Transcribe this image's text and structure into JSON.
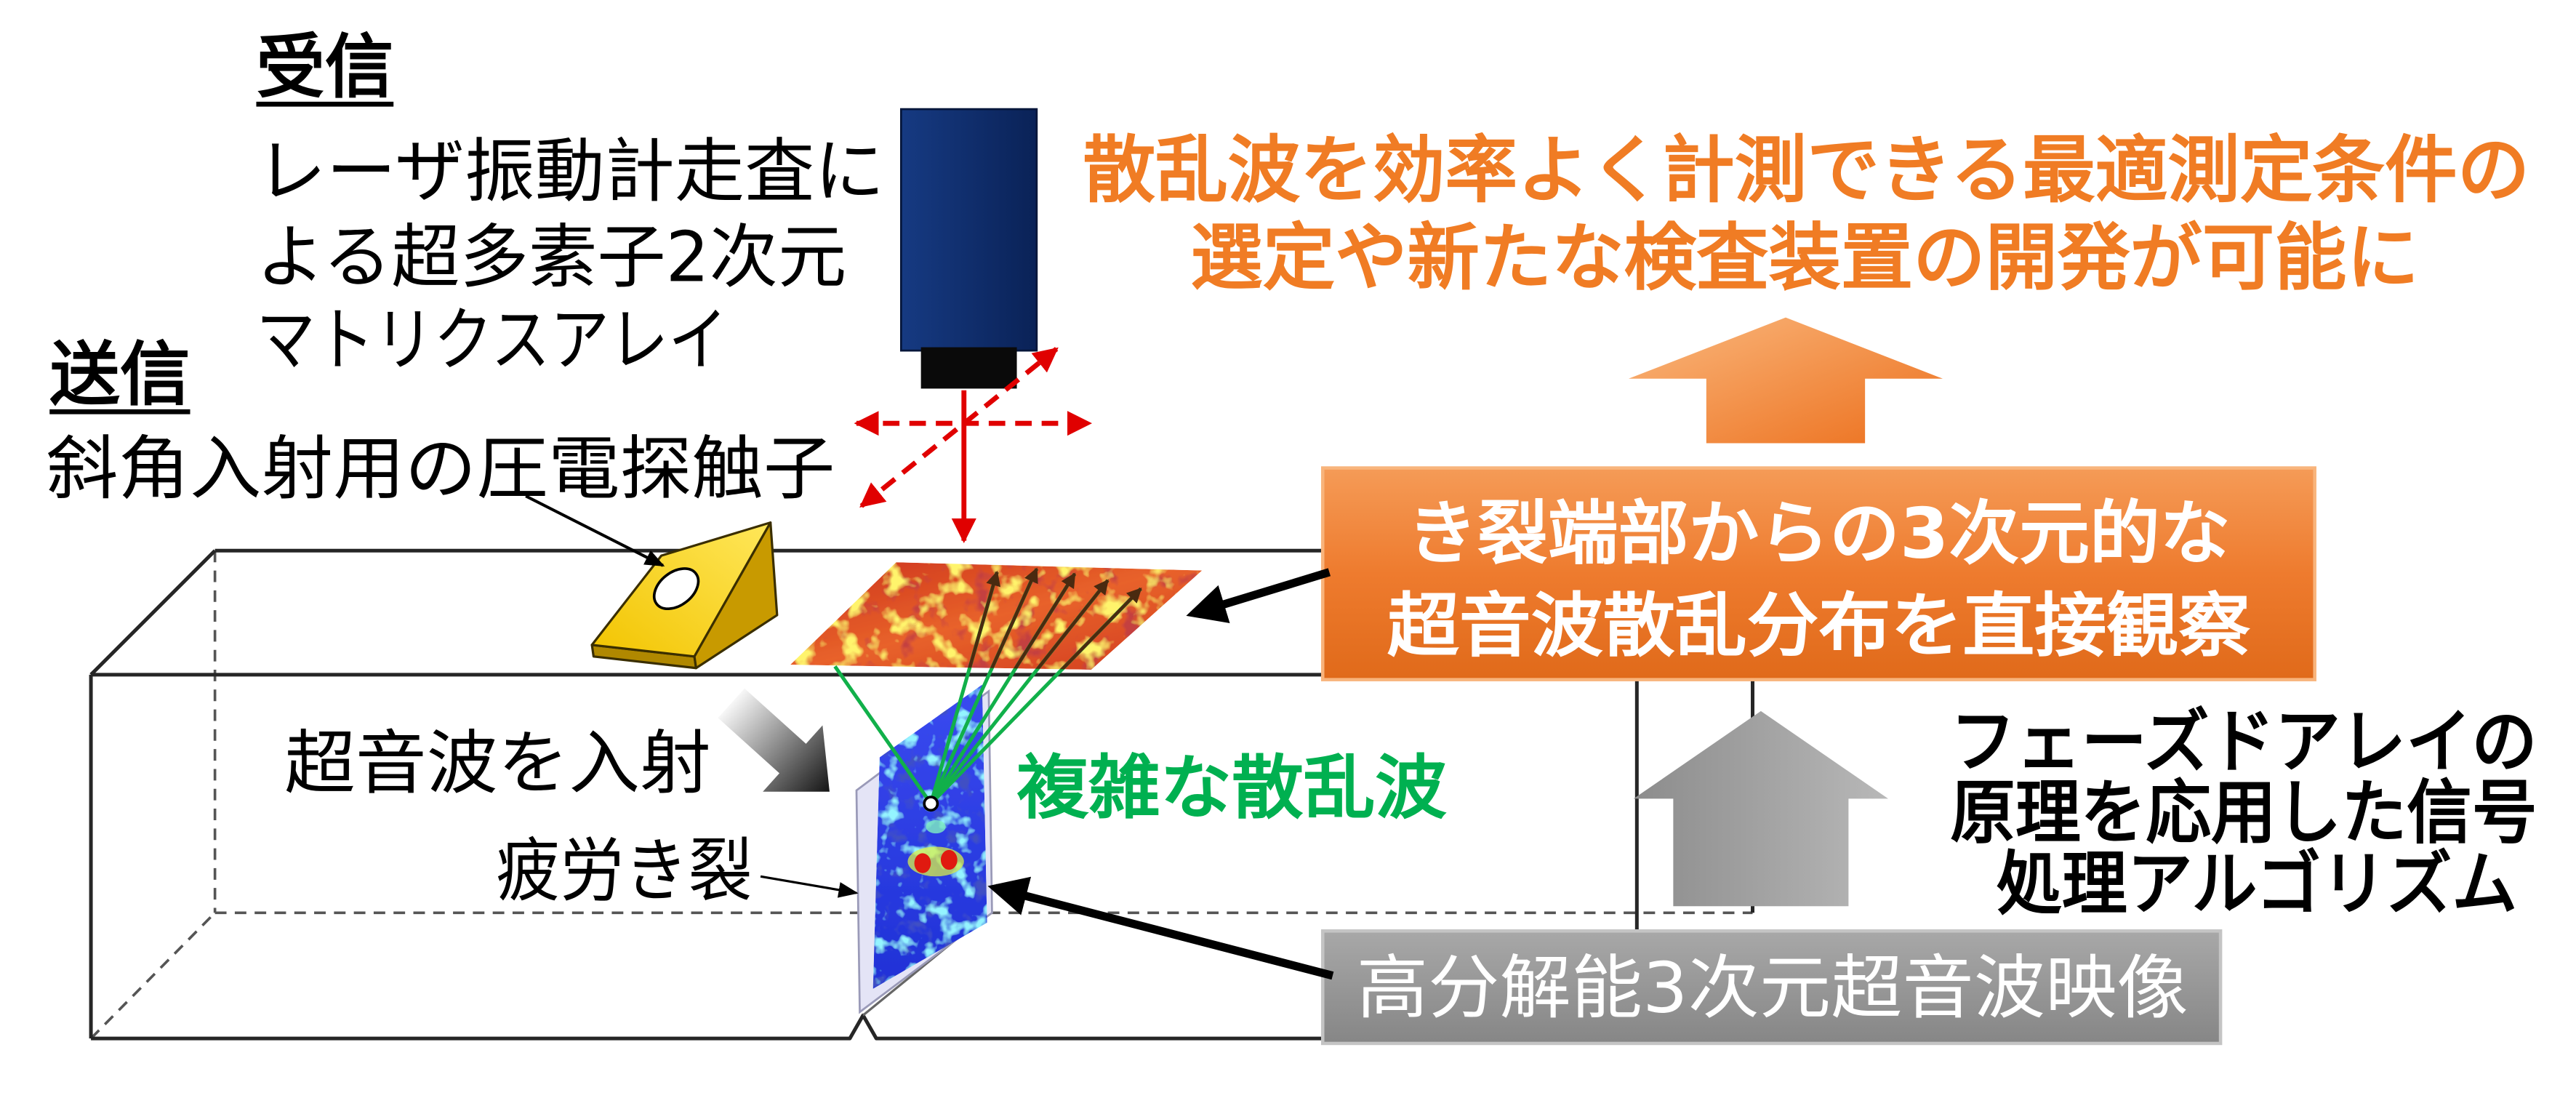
{
  "receive": {
    "heading": "受信",
    "lines": [
      "レーザ振動計走査に",
      "よる超多素子2次元",
      "マトリクスアレイ"
    ]
  },
  "transmit": {
    "heading": "送信",
    "probe_label": "斜角入射用の圧電探触子"
  },
  "outcome": {
    "lines": [
      "散乱波を効率よく計測できる最適測定条件の",
      "選定や新たな検査装置の開発が可能に"
    ]
  },
  "observation_box": {
    "lines": [
      "き裂端部からの3次元的な",
      "超音波散乱分布を直接観察"
    ]
  },
  "processing": {
    "lines": [
      "フェーズドアレイの",
      "原理を応用した信号",
      "処理アルゴリズム"
    ]
  },
  "imaging_box": {
    "label": "高分解能3次元超音波映像"
  },
  "specimen": {
    "incident_label": "超音波を入射",
    "crack_label": "疲労き裂",
    "scatter_label": "複雑な散乱波"
  },
  "colors": {
    "outcome_text": "#F07C24",
    "scatter_text": "#00B050",
    "box_text": "#FFFFFF",
    "body_text": "#000000",
    "laser_beam": "#E00000",
    "laser_head": "#0D2B66"
  }
}
